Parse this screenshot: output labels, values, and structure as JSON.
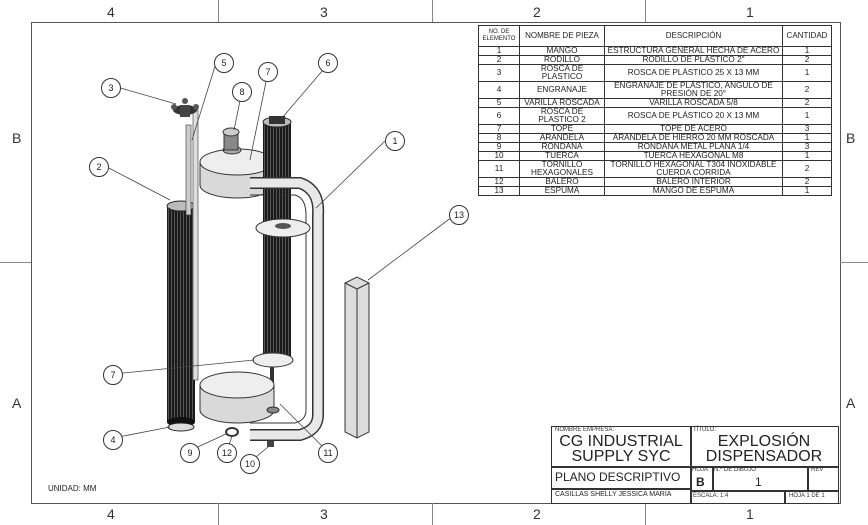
{
  "zones": {
    "top": [
      "4",
      "3",
      "2",
      "1"
    ],
    "bottom": [
      "4",
      "3",
      "2",
      "1"
    ],
    "left": [
      "B",
      "A"
    ],
    "right": [
      "B",
      "A"
    ]
  },
  "bom": {
    "headers": {
      "no": "NO. DE ELEMENTO",
      "name": "NOMBRE DE PIEZA",
      "desc": "DESCRIPCIÓN",
      "qty": "CANTIDAD"
    },
    "rows": [
      {
        "no": "1",
        "name": "MANGO",
        "desc": "ESTRUCTURA GENERAL HECHA DE ACERO",
        "qty": "1"
      },
      {
        "no": "2",
        "name": "RODILLO",
        "desc": "RODILLO DE PLÁSTICO 2\"",
        "qty": "2"
      },
      {
        "no": "3",
        "name": "ROSCA DE PLASTICO",
        "desc": "ROSCA DE PLÁSTICO 25 X 13 MM",
        "qty": "1"
      },
      {
        "no": "4",
        "name": "ENGRANAJE",
        "desc": "ENGRANAJE DE PLÁSTICO, ANGULO DE PRESIÓN DE 20°",
        "qty": "2"
      },
      {
        "no": "5",
        "name": "VARILLA ROSCADA",
        "desc": "VARILLA ROSCADA 5/8",
        "qty": "2"
      },
      {
        "no": "6",
        "name": "ROSCA DE PLASTICO 2",
        "desc": "ROSCA DE PLÁSTICO 20 X 13 MM",
        "qty": "1"
      },
      {
        "no": "7",
        "name": "TOPE",
        "desc": "TOPE DE ACERO",
        "qty": "3"
      },
      {
        "no": "8",
        "name": "ARANDELA",
        "desc": "ARANDELA DE HIERRO 20 MM ROSCADA",
        "qty": "1"
      },
      {
        "no": "9",
        "name": "RONDANA",
        "desc": "RONDANA METAL PLANA 1/4",
        "qty": "3"
      },
      {
        "no": "10",
        "name": "TUERCA",
        "desc": "TUERCA HEXAGONAL M8",
        "qty": "1"
      },
      {
        "no": "11",
        "name": "TORNILLO HEXAGONALES",
        "desc": "TORNILLO HEXAGONAL T304 INOXIDABLE CUERDA CORRIDA",
        "qty": "2"
      },
      {
        "no": "12",
        "name": "BALERO",
        "desc": "BALERO INTERIOR",
        "qty": "2"
      },
      {
        "no": "13",
        "name": "ESPUMA",
        "desc": "MANGO DE ESPUMA",
        "qty": "1"
      }
    ]
  },
  "callouts": [
    "1",
    "2",
    "3",
    "4",
    "5",
    "6",
    "7",
    "7",
    "8",
    "9",
    "10",
    "11",
    "12",
    "13"
  ],
  "titleblock": {
    "company_label": "NOMBRE EMPRESA:",
    "company": "CG INDUSTRIAL SUPPLY SYC",
    "title_label": "TÍTULO:",
    "title": "EXPLOSIÓN DISPENSADOR",
    "plan": "PLANO DESCRIPTIVO",
    "author": "CASILLAS SHELLY JESSICA MARIA",
    "size_label": "HOJA",
    "drawing_no_label": "N.º DE DIBUJO",
    "rev_label": "REV",
    "size": "B",
    "drawing_no": "1",
    "scale": "ESCALA: 1:4",
    "sheet": "HOJA 1 DE 1"
  },
  "unit": "UNIDAD: MM"
}
